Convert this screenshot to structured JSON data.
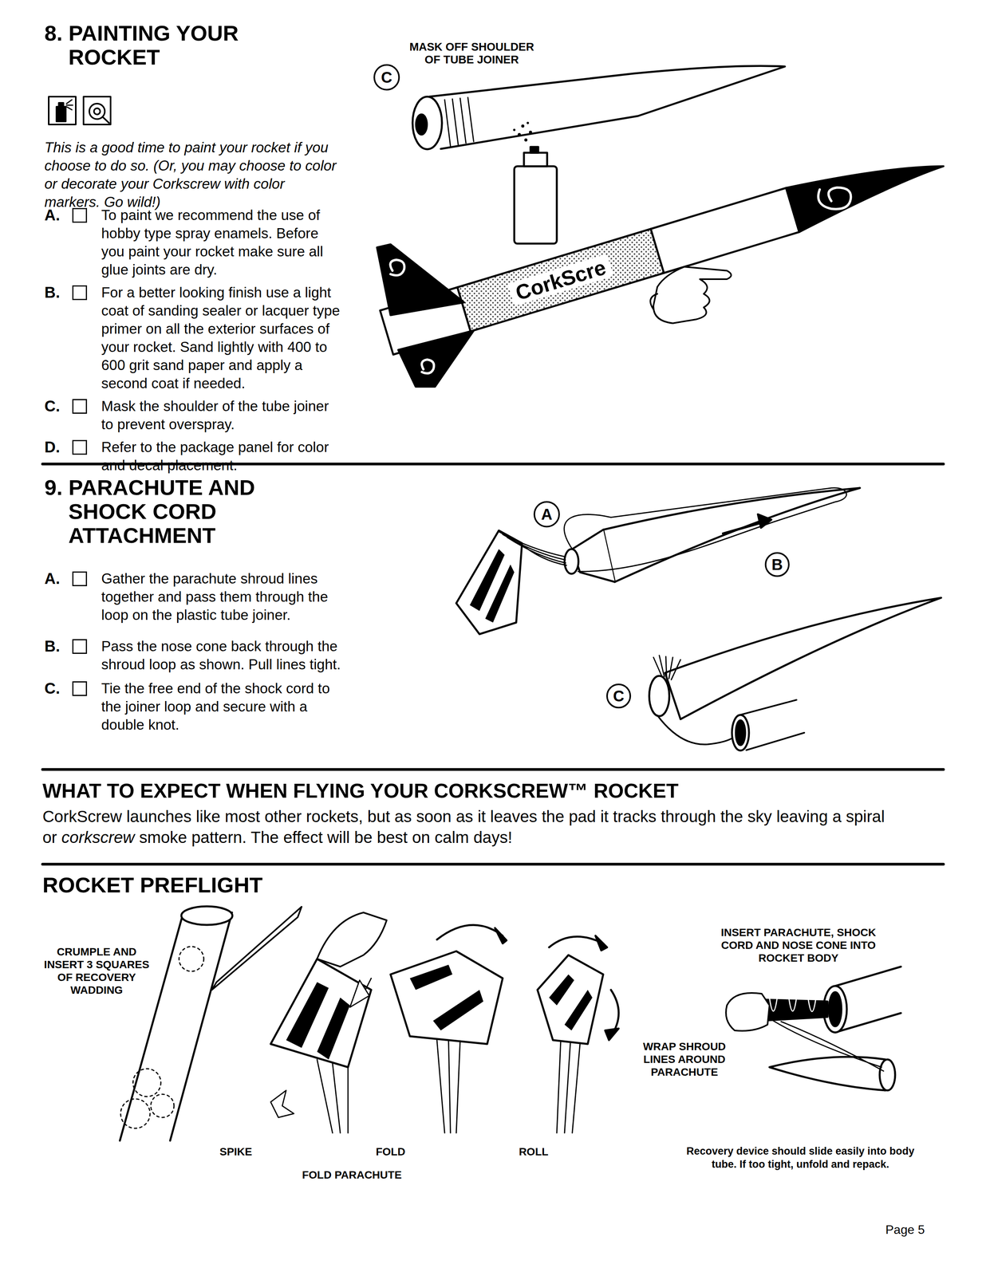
{
  "diagram": {
    "labels": [
      "8. PAINTING YOUR ROCKET",
      "This is a good time to paint your rocket if you choose to do so. (Or, you may choose to color or decorate your Corkscrew with color markers. Go wild!)",
      "A.",
      "To paint we recommend the use of hobby type spray enamels. Before you paint your rocket make sure all glue joints are dry.",
      "B.",
      "For a better looking finish use a light coat of sanding sealer or lacquer type primer on all the exterior surfaces of your rocket. Sand lightly with 400 to 600 grit sand paper and apply a second coat if needed.",
      "C.",
      "Mask the shoulder of the tube joiner to prevent overspray.",
      "D.",
      "Refer to the package panel for color and decal placement.",
      "MASK OFF SHOULDER OF TUBE JOINER",
      "C",
      "CorkScre",
      "9. PARACHUTE AND SHOCK CORD ATTACHMENT",
      "A.",
      "Gather the parachute shroud lines together and pass them through the loop on the plastic tube joiner.",
      "B.",
      "Pass the nose cone back through the shroud loop as shown. Pull lines tight.",
      "C.",
      "Tie the free end of the shock cord to the joiner loop and secure with a double knot.",
      "A",
      "B",
      "C",
      "WHAT TO EXPECT WHEN FLYING YOUR CORKSCREW™ ROCKET",
      "CorkScrew launches like most other rockets, but as soon as it leaves the pad it tracks through the sky leaving a spiral or",
      "corkscrew",
      "smoke pattern. The effect will be best on calm days!",
      "ROCKET PREFLIGHT",
      "CRUMPLE AND INSERT 3 SQUARES OF RECOVERY WADDING",
      "SPIKE",
      "FOLD",
      "ROLL",
      "FOLD PARACHUTE",
      "INSERT PARACHUTE, SHOCK CORD AND NOSE CONE INTO ROCKET BODY",
      "WRAP SHROUD LINES AROUND PARACHUTE",
      "Recovery device should slide easily into body tube. If too tight, unfold and repack.",
      "Page 5"
    ]
  }
}
